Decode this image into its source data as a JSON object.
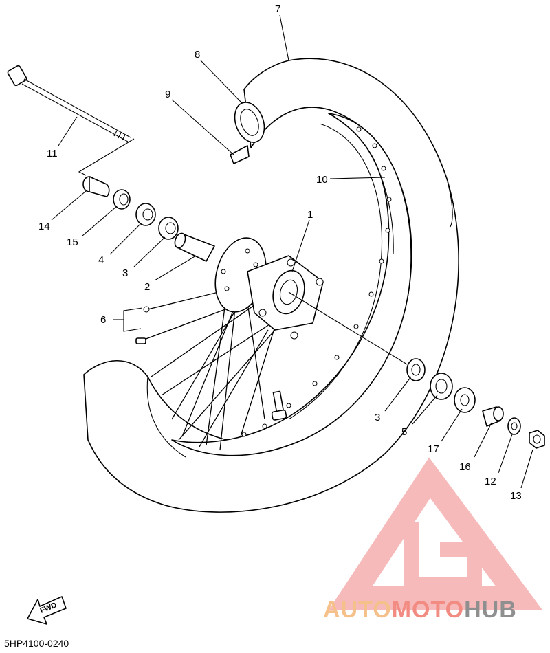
{
  "diagram": {
    "callouts": [
      {
        "id": "7",
        "label": "7"
      },
      {
        "id": "8",
        "label": "8"
      },
      {
        "id": "9",
        "label": "9"
      },
      {
        "id": "11",
        "label": "11"
      },
      {
        "id": "10",
        "label": "10"
      },
      {
        "id": "14",
        "label": "14"
      },
      {
        "id": "15",
        "label": "15"
      },
      {
        "id": "4",
        "label": "4"
      },
      {
        "id": "3a",
        "label": "3"
      },
      {
        "id": "2",
        "label": "2"
      },
      {
        "id": "1",
        "label": "1"
      },
      {
        "id": "6",
        "label": "6"
      },
      {
        "id": "3b",
        "label": "3"
      },
      {
        "id": "5",
        "label": "5"
      },
      {
        "id": "17",
        "label": "17"
      },
      {
        "id": "16",
        "label": "16"
      },
      {
        "id": "12",
        "label": "12"
      },
      {
        "id": "13",
        "label": "13"
      }
    ],
    "fwd_label": "FWD",
    "diagram_code": "5HP4100-0240"
  },
  "watermark": {
    "part1": "AUTO",
    "part2": "MOTO",
    "part3": "HUB",
    "color1": "#f6c08a",
    "color2": "#f28b82",
    "color3": "#8f8f8f",
    "logo_color": "#f4a3a3"
  }
}
